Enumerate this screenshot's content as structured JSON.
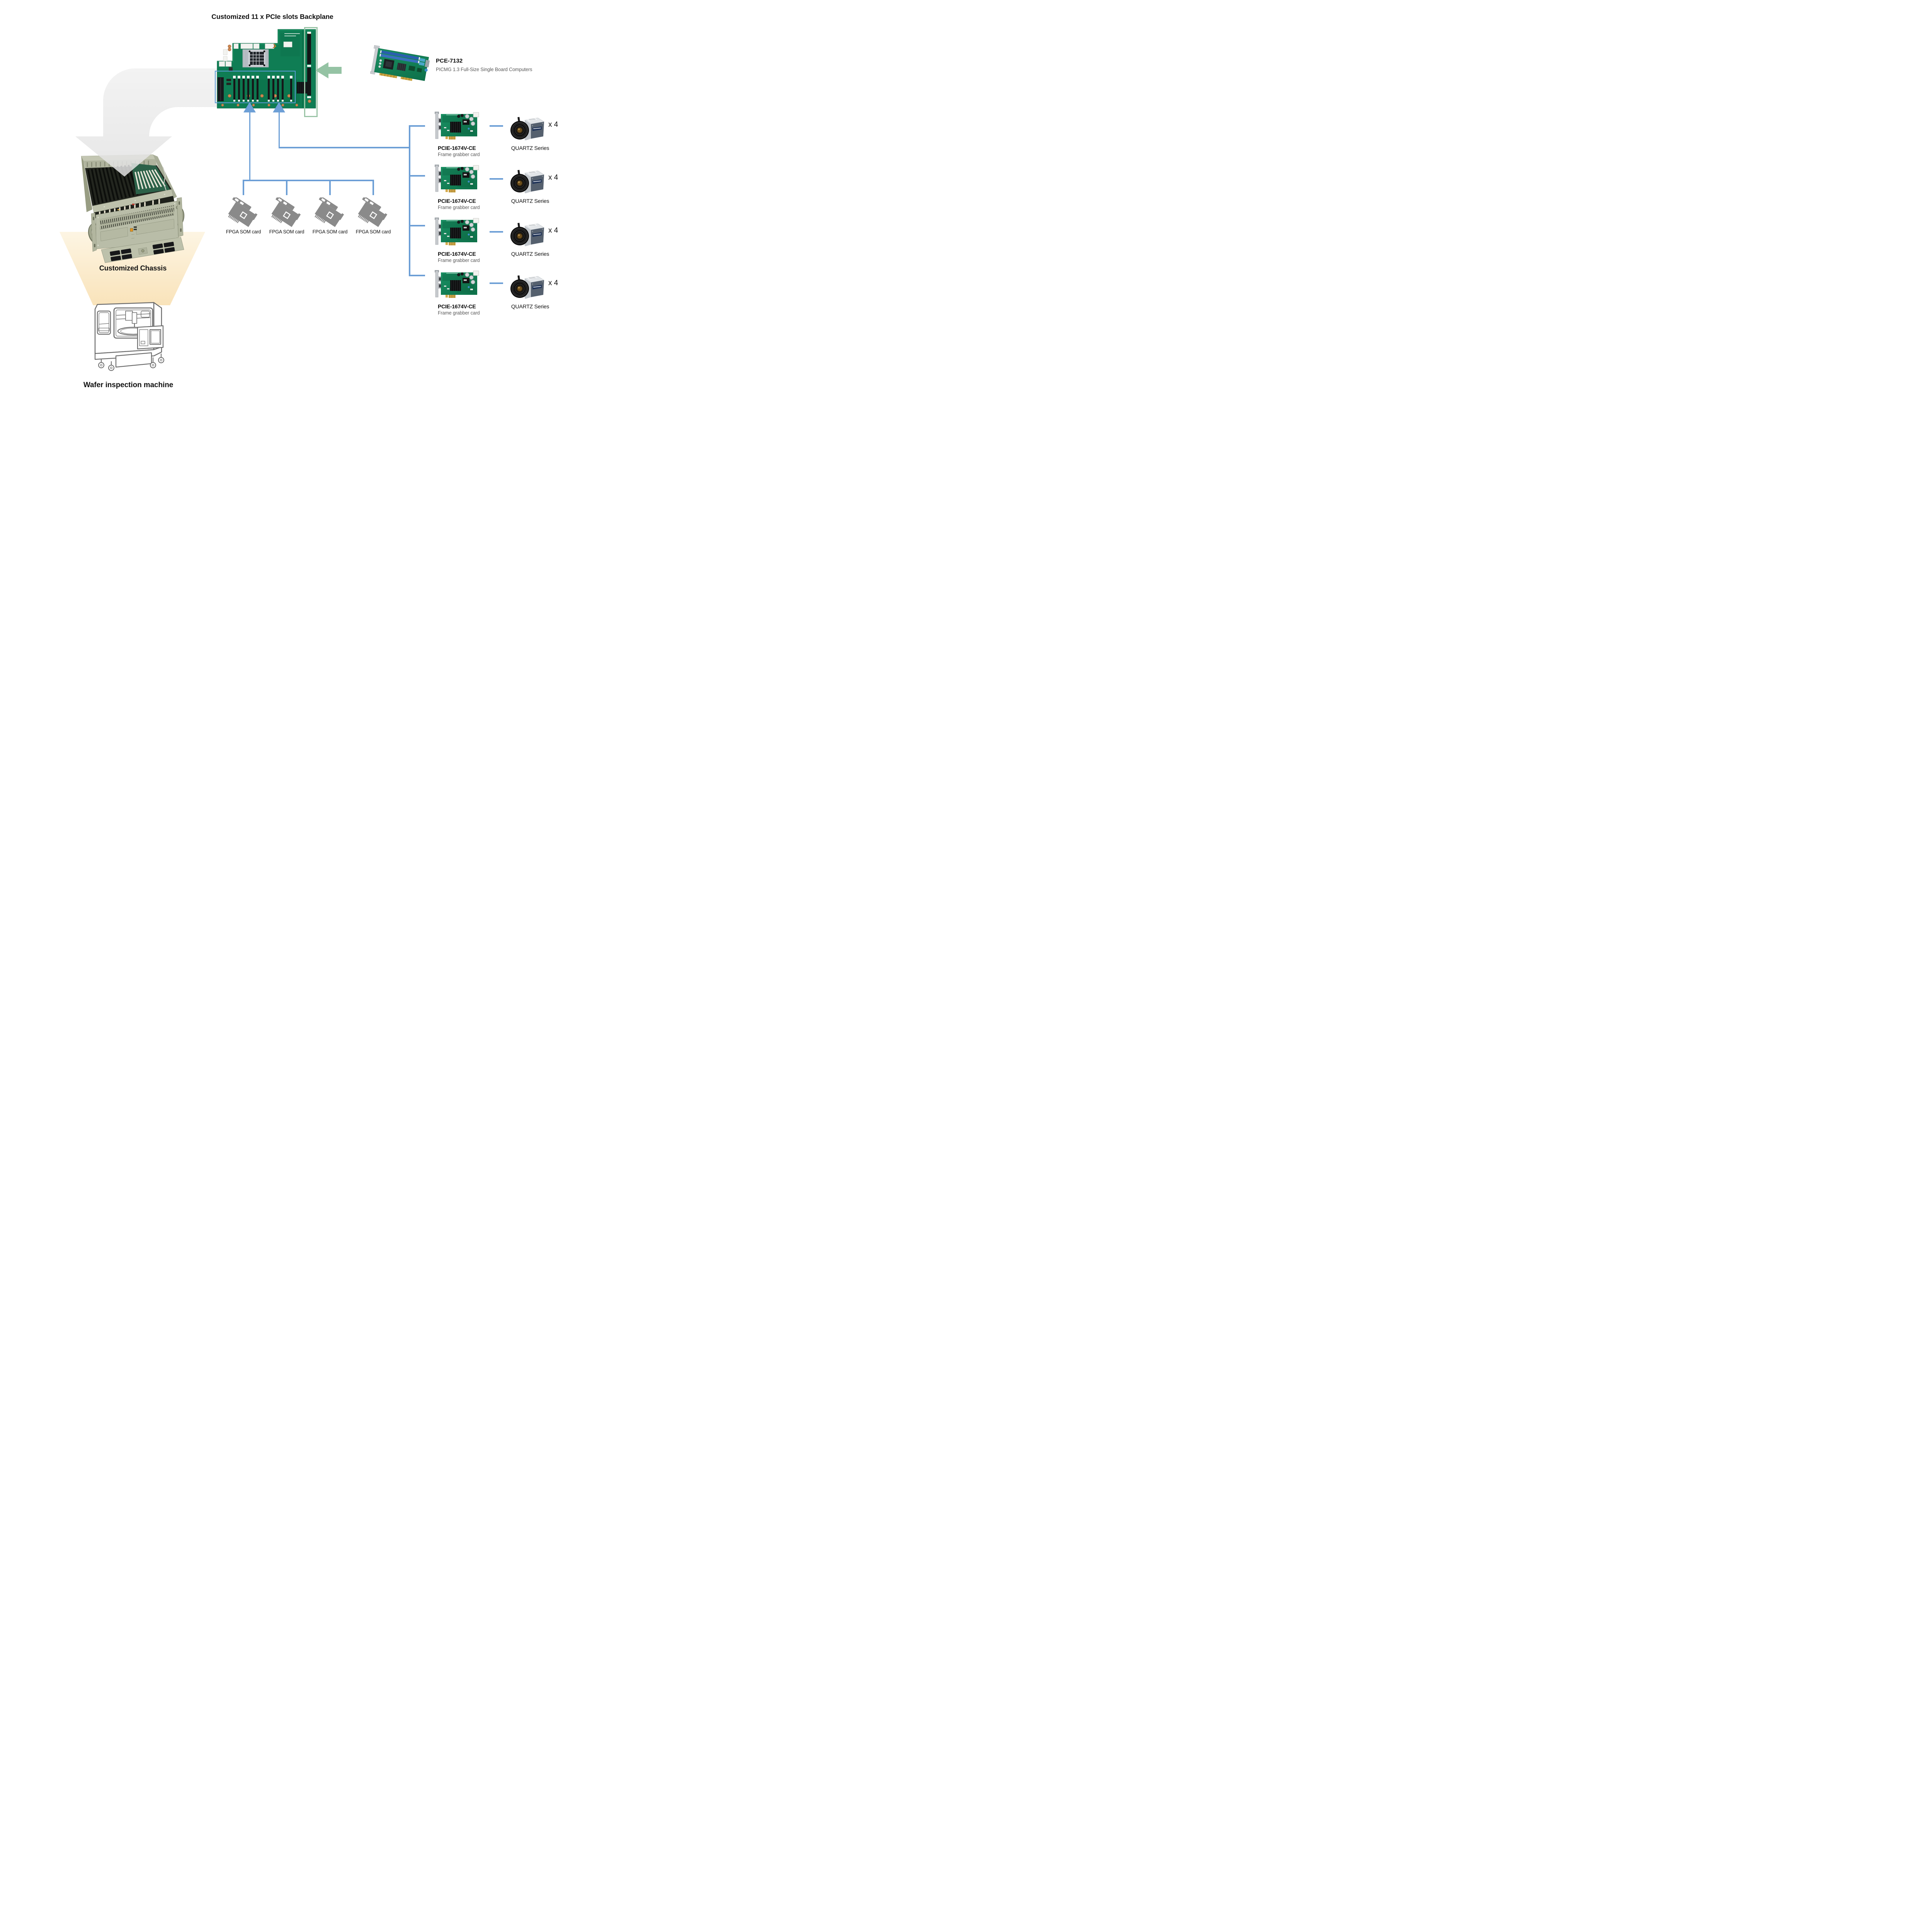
{
  "title": "Customized 11 x PCIe slots Backplane",
  "sbc": {
    "model": "PCE-7132",
    "description": "PICMG 1.3 Full-Size Single Board Computers"
  },
  "fpga": {
    "cards": [
      {
        "label": "FPGA SOM card"
      },
      {
        "label": "FPGA SOM card"
      },
      {
        "label": "FPGA SOM card"
      },
      {
        "label": "FPGA SOM card"
      }
    ]
  },
  "grabbers": {
    "rows": [
      {
        "model": "PCIE-1674V-CE",
        "type": "Frame grabber card",
        "camera": "QUARTZ Series",
        "qty": "x 4"
      },
      {
        "model": "PCIE-1674V-CE",
        "type": "Frame grabber card",
        "camera": "QUARTZ Series",
        "qty": "x 4"
      },
      {
        "model": "PCIE-1674V-CE",
        "type": "Frame grabber card",
        "camera": "QUARTZ Series",
        "qty": "x 4"
      },
      {
        "model": "PCIE-1674V-CE",
        "type": "Frame grabber card",
        "camera": "QUARTZ Series",
        "qty": "x 4"
      }
    ]
  },
  "chassis": {
    "label": "Customized Chassis"
  },
  "machine": {
    "label": "Wafer inspection machine"
  },
  "colors": {
    "connector_blue": "#6d9fd6",
    "outline_blue": "#5b9bd5",
    "outline_green": "#9ac4a6",
    "arrow_green": "#95c3a4",
    "pcb_green": "#13835a",
    "chassis_beige": "#b9bda8",
    "cone_top": "#fdf5e3",
    "cone_bottom": "#f9e3ba",
    "gray_arrow": "#e9e9e9",
    "text_gray": "#595959",
    "text_dark": "#1a1a1a"
  }
}
